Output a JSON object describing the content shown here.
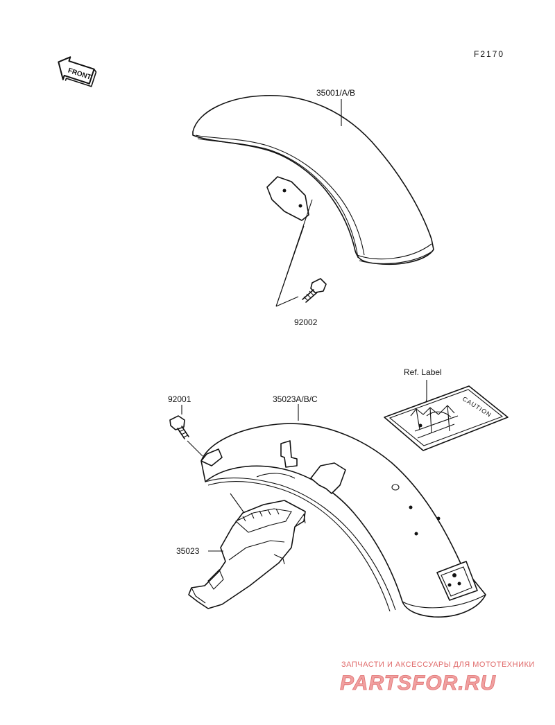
{
  "diagram": {
    "code": "F2170",
    "front_label": "FRONT",
    "parts": {
      "front_fender": "35001/A/B",
      "front_bolt": "92002",
      "rear_fender": "35023A/B/C",
      "rear_bolt": "92001",
      "inner_fender": "35023"
    },
    "ref_label": "Ref. Label",
    "caution_text": "CAUTION"
  },
  "watermark": {
    "tagline": "ЗАПЧАСТИ И АКСЕССУАРЫ ДЛЯ МОТОТЕХНИКИ",
    "brand": "PARTSFOR.RU"
  }
}
